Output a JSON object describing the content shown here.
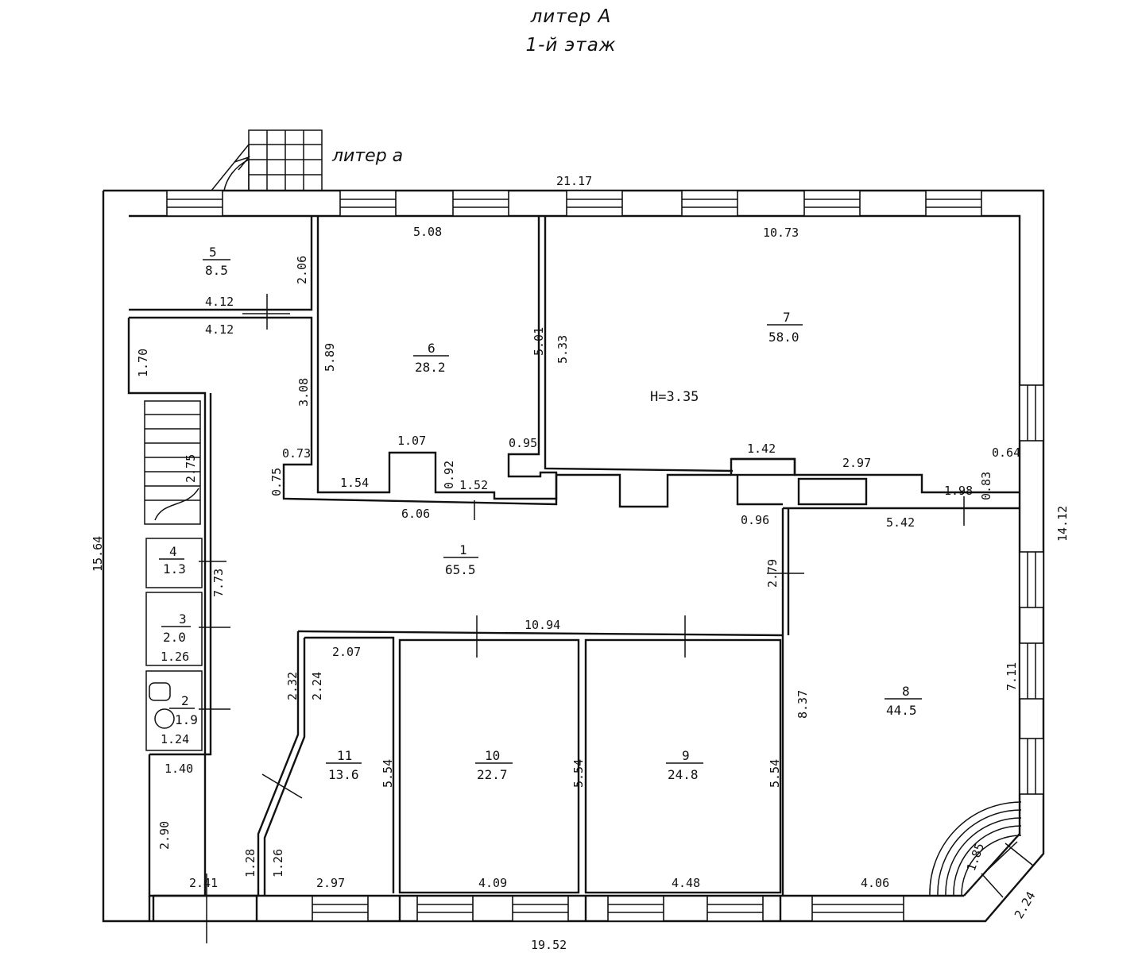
{
  "title": {
    "line1": "литер А",
    "line2": "1-й этаж"
  },
  "annex_label": "литер а",
  "height_label": "H=3.35",
  "rooms": [
    {
      "id": "1",
      "num": "1",
      "area": "65.5"
    },
    {
      "id": "2",
      "num": "2",
      "area": "1.9"
    },
    {
      "id": "3",
      "num": "3",
      "area": "2.0"
    },
    {
      "id": "4",
      "num": "4",
      "area": "1.3"
    },
    {
      "id": "5",
      "num": "5",
      "area": "8.5"
    },
    {
      "id": "6",
      "num": "6",
      "area": "28.2"
    },
    {
      "id": "7",
      "num": "7",
      "area": "58.0"
    },
    {
      "id": "8",
      "num": "8",
      "area": "44.5"
    },
    {
      "id": "9",
      "num": "9",
      "area": "24.8"
    },
    {
      "id": "10",
      "num": "10",
      "area": "22.7"
    },
    {
      "id": "11",
      "num": "11",
      "area": "13.6"
    }
  ],
  "dimensions": {
    "top_total": "21.17",
    "bottom_total": "19.52",
    "left_total": "15.64",
    "right_total": "14.12",
    "r5_height": "2.06",
    "r5_width": "4.12",
    "corr_width": "4.12",
    "corr_height": "1.70",
    "r6_top": "5.08",
    "r6_left": "5.89",
    "r6_right": "5.01",
    "r6_lower_left": "3.08",
    "r6_step1": "0.73",
    "r6_step2": "0.75",
    "r6_bottom1": "1.54",
    "r6_niche": "1.07",
    "r6_niche_h": "0.92",
    "r6_bottom2": "1.52",
    "r6_step3": "0.95",
    "r1_top": "6.06",
    "r7_top": "10.73",
    "r7_left": "5.33",
    "r7_block": "1.42",
    "r7_bottom": "2.97",
    "r7_step": "0.64",
    "r7_step_h": "0.83",
    "r8_left_top": "0.96",
    "r8_top": "5.42",
    "r8_step": "1.98",
    "r8_upper_left": "2.79",
    "r8_left": "8.37",
    "r8_right": "7.11",
    "r8_bottom": "4.06",
    "stair_len": "2.75",
    "r4_dim": "7.73",
    "r3_width": "1.26",
    "r2_width": "1.24",
    "wc_bottom": "1.40",
    "corr_lower": "2.90",
    "entry_bottom": "2.41",
    "entry_side1": "1.28",
    "entry_side2": "1.26",
    "r11_top": "2.07",
    "r11_diag1": "2.32",
    "r11_diag2": "2.24",
    "r11_right": "5.54",
    "r11_bottom": "2.97",
    "r1_bottom": "10.94",
    "r10_right": "5.54",
    "r10_bottom": "4.09",
    "r9_right": "5.54",
    "r9_bottom": "4.48",
    "corner_inner": "1.85",
    "corner_outer": "2.24"
  }
}
